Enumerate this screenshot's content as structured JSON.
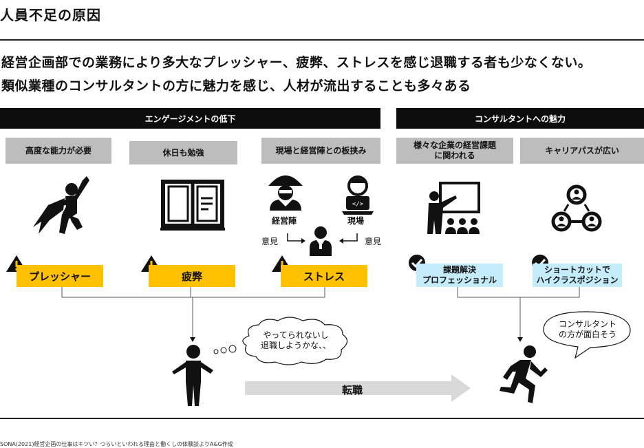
{
  "title": "人員不足の原因",
  "lead": [
    "経営企画部での業務により多大なプレッシャー、疲弊、ストレスを感じ退職する者も少なくない。",
    "類似業種のコンサルタントの方に魅力を感じ、人材が流出することも多々ある"
  ],
  "sections": {
    "engagement": "エンゲージメントの低下",
    "consultant": "コンサルタントへの魅力"
  },
  "factors": [
    "高度な能力が必要",
    "休日も勉強",
    "現場と経営陣との板挟み"
  ],
  "attractions": [
    "様々な企業の経営課題\nに関われる",
    "キャリアパスが広い"
  ],
  "labels": {
    "management": "経営陣",
    "field": "現場",
    "opinion": "意見"
  },
  "problems": [
    "プレッシャー",
    "疲弊",
    "ストレス"
  ],
  "benefits": [
    "課題解決\nプロフェッショナル",
    "ショートカットで\nハイクラスポジション"
  ],
  "thought_left": "やってられないし\n退職しようかな、、",
  "thought_right": "コンサルタント\nの方が面白そう",
  "arrow_label": "転職",
  "footer": "SONA(2021)経営企画の仕事はキツい？つらいといわれる理由と働くしの体験談よりA&G作成",
  "colors": {
    "warning": "#ffc000",
    "benefit": "#c5ecfb",
    "header": "#0d0d0d",
    "factor": "#bdbdbd"
  }
}
